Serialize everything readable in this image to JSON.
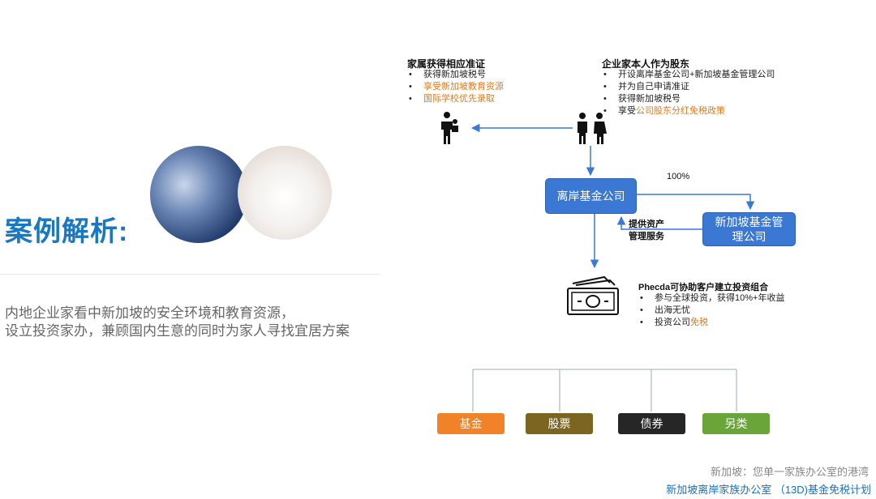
{
  "left": {
    "title": "案例解析:",
    "description": [
      "内地企业家看中新加坡的安全环境和教育资源，",
      "设立投资家办，兼顾国内生意的同时为家人寻找宜居方案"
    ]
  },
  "family": {
    "title": "家属获得相应准证",
    "items": [
      {
        "text": "获得新加坡税号",
        "highlight": false
      },
      {
        "text": "享受新加坡教育资源",
        "highlight": true
      },
      {
        "text": "国际学校优先录取",
        "highlight": true
      }
    ]
  },
  "entrepreneur": {
    "title": "企业家本人作为股东",
    "items": [
      {
        "text": "开设离岸基金公司+新加坡基金管理公司"
      },
      {
        "text": "并为自己申请准证"
      },
      {
        "text": "获得新加坡税号"
      }
    ],
    "last_prefix": "享受",
    "last_highlight": "公司股东分红免税政策"
  },
  "offshore_fund": "离岸基金公司",
  "sg_mgmt": "新加坡基金管理公司",
  "percent": "100%",
  "services": [
    "提供资产",
    "管理服务"
  ],
  "phecda": {
    "title": "Phecda可协助客户建立投资组合",
    "items": [
      "参与全球投资，获得10%+年收益",
      "出海无忧"
    ],
    "last_prefix": "投资公司",
    "last_highlight": "免税"
  },
  "categories": [
    "基金",
    "股票",
    "债券",
    "另类"
  ],
  "footer": {
    "line1": "新加坡：您单一家族办公室的港湾",
    "line2": "新加坡离岸家族办公室  （13D)基金免税计划"
  },
  "colors": {
    "accent_blue": "#3a78d4",
    "highlight_orange": "#e07b22",
    "title_blue": "#1a78c2"
  }
}
